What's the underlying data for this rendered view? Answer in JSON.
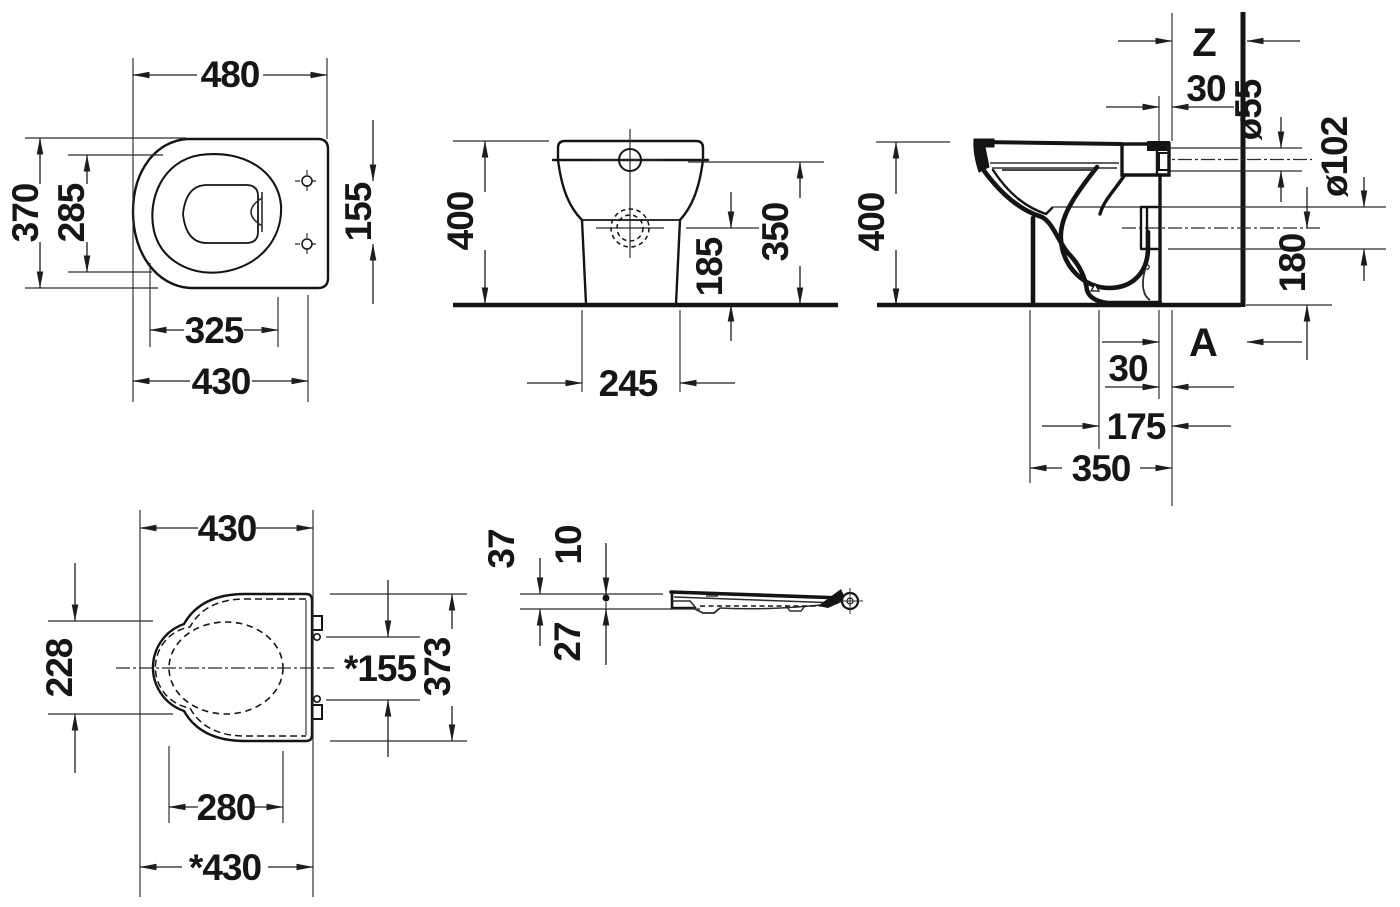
{
  "drawing": {
    "type": "technical-dimension-drawing",
    "subject": "floor-standing toilet with cistern and toilet seat",
    "colors": {
      "line": "#161616",
      "background": "#ffffff"
    },
    "views": {
      "toilet_plan": {
        "title": "toilet plan view",
        "dims": {
          "width": "480",
          "depth": "370",
          "seat_depth": "285",
          "hole_spacing": "155",
          "front_to_holes": "325",
          "length": "430"
        }
      },
      "toilet_front": {
        "title": "toilet front view",
        "dims": {
          "height": "400",
          "rim_height": "350",
          "mid_height": "185",
          "base_width": "245"
        }
      },
      "toilet_side": {
        "title": "toilet side view against wall",
        "dims": {
          "rough_in": "Z",
          "top_gap": "30",
          "spud_diameter": "ø55",
          "outlet_diameter": "ø102",
          "height": "400",
          "outlet_height": "180",
          "floor_ref": "A",
          "bottom_gap": "30",
          "outlet_offset": "175",
          "fixing_offset": "350"
        }
      },
      "seat_plan": {
        "title": "toilet seat plan view",
        "dims": {
          "width": "430",
          "front_width": "228",
          "hinge_spacing": "*155",
          "depth": "373",
          "opening_width": "280",
          "overall_depth": "*430"
        }
      },
      "seat_profile": {
        "title": "toilet seat side profile",
        "dims": {
          "thickness": "37",
          "top_offset": "10",
          "bottom_offset": "27"
        }
      }
    }
  }
}
